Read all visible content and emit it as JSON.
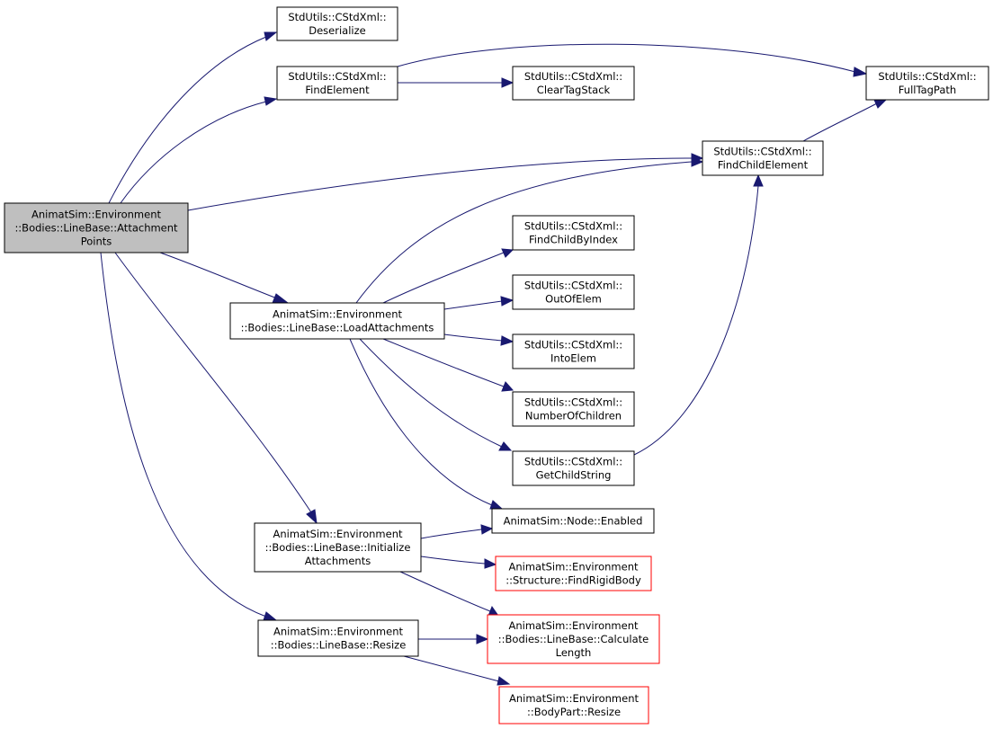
{
  "colors": {
    "edge": "#191970",
    "node_border": "#000000",
    "node_border_red": "#ff0000",
    "node_fill": "#ffffff",
    "root_fill": "#bfbfbf"
  },
  "nodes": [
    {
      "id": "attachment-points",
      "lines": [
        "AnimatSim::Environment",
        "::Bodies::LineBase::Attachment",
        "Points"
      ],
      "root": true
    },
    {
      "id": "deserialize",
      "lines": [
        "StdUtils::CStdXml::",
        "Deserialize"
      ]
    },
    {
      "id": "find-element",
      "lines": [
        "StdUtils::CStdXml::",
        "FindElement"
      ]
    },
    {
      "id": "clear-tag-stack",
      "lines": [
        "StdUtils::CStdXml::",
        "ClearTagStack"
      ]
    },
    {
      "id": "full-tag-path",
      "lines": [
        "StdUtils::CStdXml::",
        "FullTagPath"
      ]
    },
    {
      "id": "find-child-element",
      "lines": [
        "StdUtils::CStdXml::",
        "FindChildElement"
      ]
    },
    {
      "id": "load-attachments",
      "lines": [
        "AnimatSim::Environment",
        "::Bodies::LineBase::LoadAttachments"
      ]
    },
    {
      "id": "find-child-by-index",
      "lines": [
        "StdUtils::CStdXml::",
        "FindChildByIndex"
      ]
    },
    {
      "id": "out-of-elem",
      "lines": [
        "StdUtils::CStdXml::",
        "OutOfElem"
      ]
    },
    {
      "id": "into-elem",
      "lines": [
        "StdUtils::CStdXml::",
        "IntoElem"
      ]
    },
    {
      "id": "number-of-children",
      "lines": [
        "StdUtils::CStdXml::",
        "NumberOfChildren"
      ]
    },
    {
      "id": "get-child-string",
      "lines": [
        "StdUtils::CStdXml::",
        "GetChildString"
      ]
    },
    {
      "id": "node-enabled",
      "lines": [
        "AnimatSim::Node::Enabled"
      ]
    },
    {
      "id": "initialize-attachments",
      "lines": [
        "AnimatSim::Environment",
        "::Bodies::LineBase::Initialize",
        "Attachments"
      ]
    },
    {
      "id": "find-rigid-body",
      "lines": [
        "AnimatSim::Environment",
        "::Structure::FindRigidBody"
      ],
      "red": true
    },
    {
      "id": "calculate-length",
      "lines": [
        "AnimatSim::Environment",
        "::Bodies::LineBase::Calculate",
        "Length"
      ],
      "red": true
    },
    {
      "id": "line-base-resize",
      "lines": [
        "AnimatSim::Environment",
        "::Bodies::LineBase::Resize"
      ]
    },
    {
      "id": "body-part-resize",
      "lines": [
        "AnimatSim::Environment",
        "::BodyPart::Resize"
      ],
      "red": true
    }
  ],
  "edges": [
    {
      "from": "attachment-points",
      "to": "deserialize"
    },
    {
      "from": "attachment-points",
      "to": "find-element"
    },
    {
      "from": "attachment-points",
      "to": "find-child-element"
    },
    {
      "from": "attachment-points",
      "to": "load-attachments"
    },
    {
      "from": "attachment-points",
      "to": "initialize-attachments"
    },
    {
      "from": "attachment-points",
      "to": "line-base-resize"
    },
    {
      "from": "find-element",
      "to": "clear-tag-stack"
    },
    {
      "from": "find-element",
      "to": "full-tag-path"
    },
    {
      "from": "find-child-element",
      "to": "full-tag-path"
    },
    {
      "from": "load-attachments",
      "to": "find-child-element"
    },
    {
      "from": "load-attachments",
      "to": "find-child-by-index"
    },
    {
      "from": "load-attachments",
      "to": "out-of-elem"
    },
    {
      "from": "load-attachments",
      "to": "into-elem"
    },
    {
      "from": "load-attachments",
      "to": "number-of-children"
    },
    {
      "from": "load-attachments",
      "to": "get-child-string"
    },
    {
      "from": "load-attachments",
      "to": "node-enabled"
    },
    {
      "from": "get-child-string",
      "to": "find-child-element"
    },
    {
      "from": "initialize-attachments",
      "to": "node-enabled"
    },
    {
      "from": "initialize-attachments",
      "to": "find-rigid-body"
    },
    {
      "from": "initialize-attachments",
      "to": "calculate-length"
    },
    {
      "from": "line-base-resize",
      "to": "calculate-length"
    },
    {
      "from": "line-base-resize",
      "to": "body-part-resize"
    }
  ]
}
